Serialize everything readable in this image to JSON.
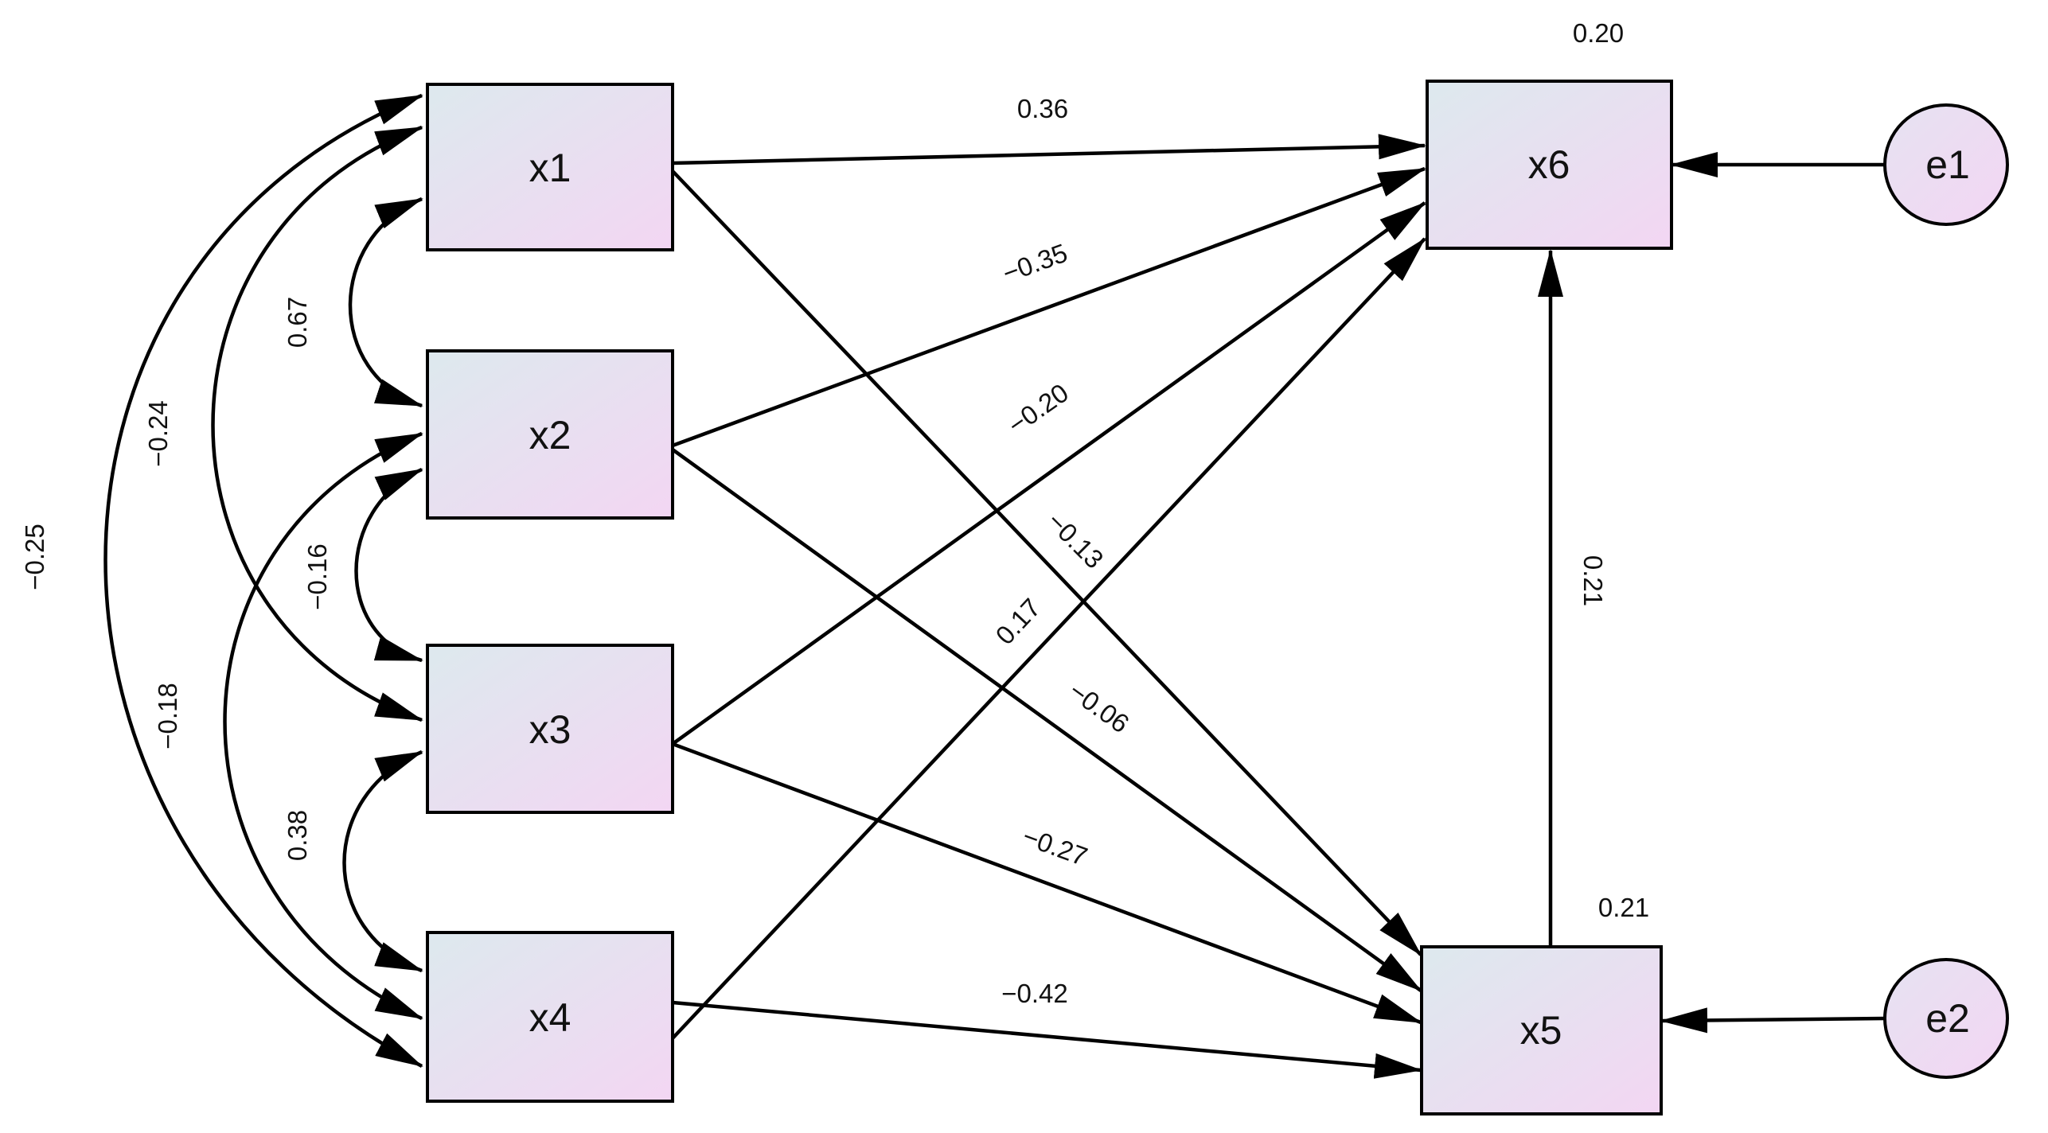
{
  "nodes": {
    "x1": {
      "label": "x1",
      "shape": "box"
    },
    "x2": {
      "label": "x2",
      "shape": "box"
    },
    "x3": {
      "label": "x3",
      "shape": "box"
    },
    "x4": {
      "label": "x4",
      "shape": "box"
    },
    "x5": {
      "label": "x5",
      "shape": "box",
      "r_squared": "0.21"
    },
    "x6": {
      "label": "x6",
      "shape": "box",
      "r_squared": "0.20"
    },
    "e1": {
      "label": "e1",
      "shape": "ellipse"
    },
    "e2": {
      "label": "e2",
      "shape": "ellipse"
    }
  },
  "paths": [
    {
      "from": "x1",
      "to": "x6",
      "coef": "0.36"
    },
    {
      "from": "x2",
      "to": "x6",
      "coef": "−0.35"
    },
    {
      "from": "x3",
      "to": "x6",
      "coef": "−0.20"
    },
    {
      "from": "x4",
      "to": "x6",
      "coef": "0.17"
    },
    {
      "from": "x1",
      "to": "x5",
      "coef": "−0.13"
    },
    {
      "from": "x2",
      "to": "x5",
      "coef": "−0.06"
    },
    {
      "from": "x3",
      "to": "x5",
      "coef": "−0.27"
    },
    {
      "from": "x4",
      "to": "x5",
      "coef": "−0.42"
    },
    {
      "from": "x5",
      "to": "x6",
      "coef": "0.21"
    },
    {
      "from": "e1",
      "to": "x6",
      "coef": ""
    },
    {
      "from": "e2",
      "to": "x5",
      "coef": ""
    }
  ],
  "covariances": [
    {
      "a": "x1",
      "b": "x2",
      "coef": "0.67"
    },
    {
      "a": "x1",
      "b": "x3",
      "coef": "−0.24"
    },
    {
      "a": "x1",
      "b": "x4",
      "coef": "−0.25"
    },
    {
      "a": "x2",
      "b": "x3",
      "coef": "−0.16"
    },
    {
      "a": "x2",
      "b": "x4",
      "coef": "−0.18"
    },
    {
      "a": "x3",
      "b": "x4",
      "coef": "0.38"
    }
  ],
  "colors": {
    "box_fill_start": "#dde9ee",
    "box_fill_end": "#f3d6f3",
    "line": "#000000",
    "text": "#111111"
  }
}
